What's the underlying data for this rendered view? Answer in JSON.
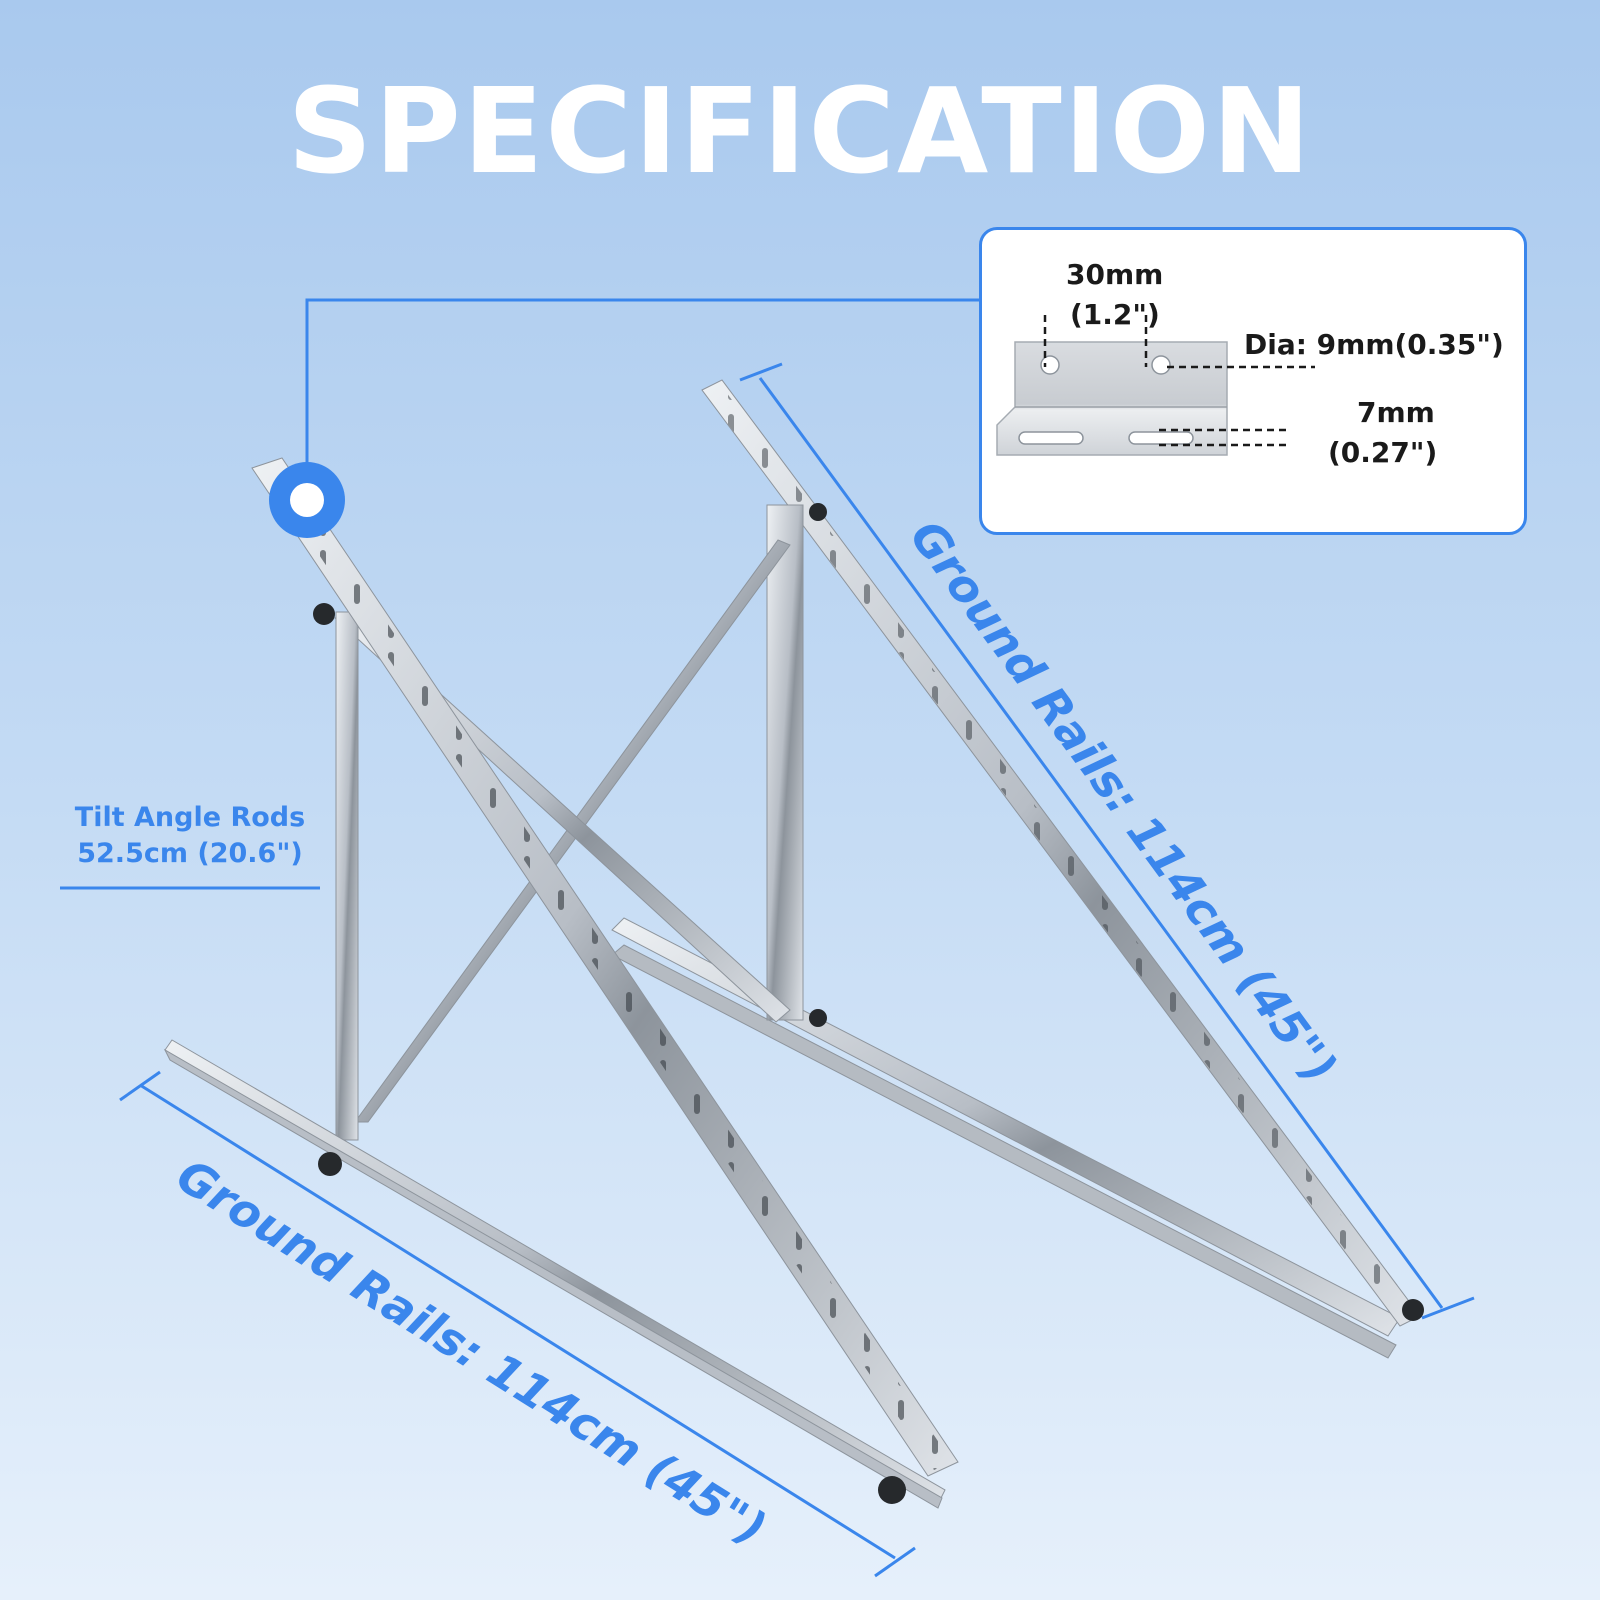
{
  "title": "SPECIFICATION",
  "callout": {
    "width_label": "30mm",
    "width_label_in": "(1.2\")",
    "hole_label": "Dia: 9mm(0.35\")",
    "slot_label": "7mm",
    "slot_label_in": "(0.27\")"
  },
  "tilt": {
    "line1": "Tilt Angle Rods",
    "line2": "52.5cm (20.6\")"
  },
  "rail_right": "Ground Rails: 114cm (45\")",
  "rail_left": "Ground Rails: 114cm (45\")",
  "colors": {
    "accent": "#3a86ec",
    "title": "#ffffff",
    "steel": "#c9ced4",
    "steel_dark": "#7d848c"
  }
}
